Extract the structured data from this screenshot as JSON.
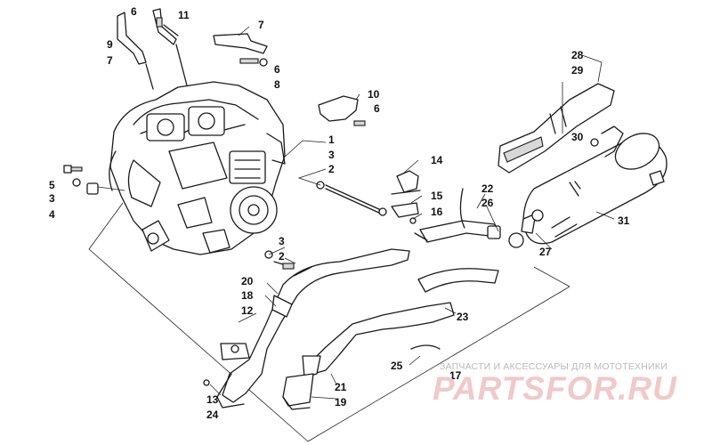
{
  "callouts": [
    "1",
    "2",
    "2",
    "3",
    "3",
    "3",
    "4",
    "5",
    "6",
    "6",
    "6",
    "7",
    "7",
    "8",
    "9",
    "10",
    "11",
    "12",
    "13",
    "14",
    "15",
    "16",
    "17",
    "18",
    "19",
    "20",
    "21",
    "22",
    "23",
    "24",
    "25",
    "26",
    "27",
    "28",
    "29",
    "30",
    "31"
  ],
  "watermark": {
    "caption": "ЗАПЧАСТИ И АКСЕССУАРЫ ДЛЯ МОТОТЕХНИКИ",
    "logo": "PARTSFOR.RU"
  }
}
